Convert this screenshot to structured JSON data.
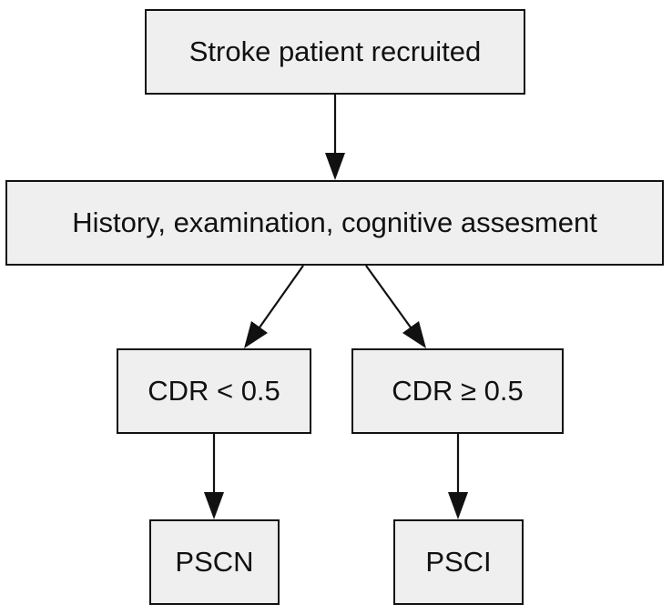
{
  "diagram": {
    "nodes": {
      "stroke_patient": "Stroke patient recruited",
      "history": "History, examination, cognitive assesment",
      "cdr_low": "CDR < 0.5",
      "cdr_high": "CDR ≥ 0.5",
      "pscn": "PSCN",
      "psci": "PSCI"
    },
    "edges": [
      {
        "from": "stroke_patient",
        "to": "history"
      },
      {
        "from": "history",
        "to": "cdr_low"
      },
      {
        "from": "history",
        "to": "cdr_high"
      },
      {
        "from": "cdr_low",
        "to": "pscn"
      },
      {
        "from": "cdr_high",
        "to": "psci"
      }
    ],
    "colors": {
      "node_fill": "#efefef",
      "stroke": "#111111",
      "background": "#ffffff"
    }
  }
}
